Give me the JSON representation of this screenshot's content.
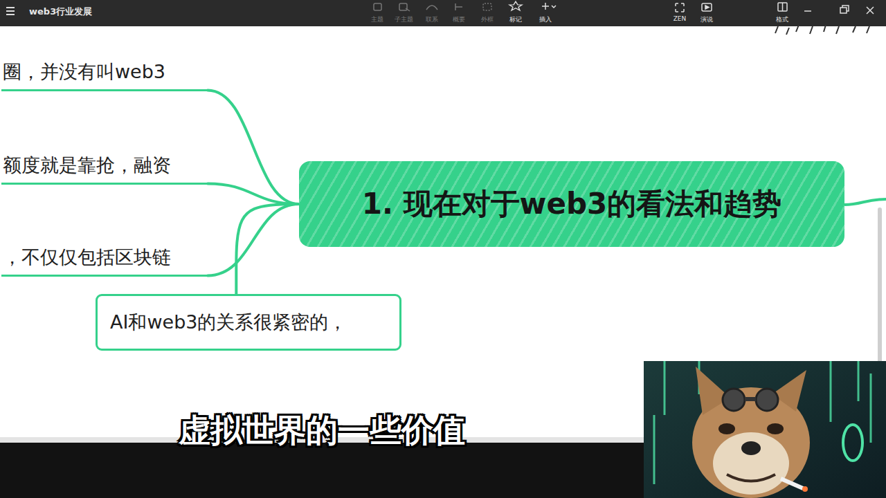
{
  "diagram": {
    "title": "web3行业发展",
    "caption": "虚拟世界的一些价值",
    "nodes": [
      {
        "text": [
          "1. 现在对于web3的看法和趋势"
        ]
      },
      {
        "text": [
          "圈，并没有叫web3"
        ]
      },
      {
        "text": [
          "额度就是靠抢，融资"
        ]
      },
      {
        "text": [
          "，不仅仅包括区块链"
        ]
      },
      {
        "text": [
          "AI和web3的关系很紧密的，"
        ]
      }
    ],
    "edges": [
      {
        "from": 0,
        "to": 1,
        "arrow": "none"
      },
      {
        "from": 0,
        "to": 2,
        "arrow": "none"
      },
      {
        "from": 0,
        "to": 3,
        "arrow": "none"
      },
      {
        "from": 0,
        "to": 4,
        "arrow": "none"
      }
    ],
    "labels": [
      "主题",
      "子主题",
      "联系",
      "概要",
      "外框",
      "标记",
      "插入",
      "ZEN",
      "演说",
      "格式"
    ]
  }
}
